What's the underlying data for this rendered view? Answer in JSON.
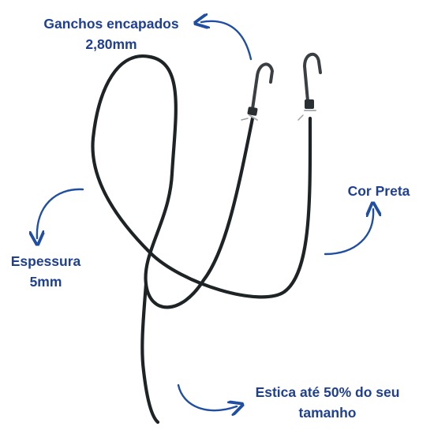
{
  "product": {
    "background": "#ffffff",
    "cord_color": "#1e2426",
    "hook_color": "#3a3f43",
    "label_color": "#1f3f91",
    "arrow_color": "#1f4ea3"
  },
  "labels": {
    "hooks": {
      "line1": "Ganchos encapados",
      "line2": "2,80mm"
    },
    "color": {
      "line1": "Cor Preta"
    },
    "thickness": {
      "line1": "Espessura",
      "line2": "5mm"
    },
    "stretch": {
      "line1": "Estica até 50% do seu",
      "line2": "tamanho"
    }
  }
}
